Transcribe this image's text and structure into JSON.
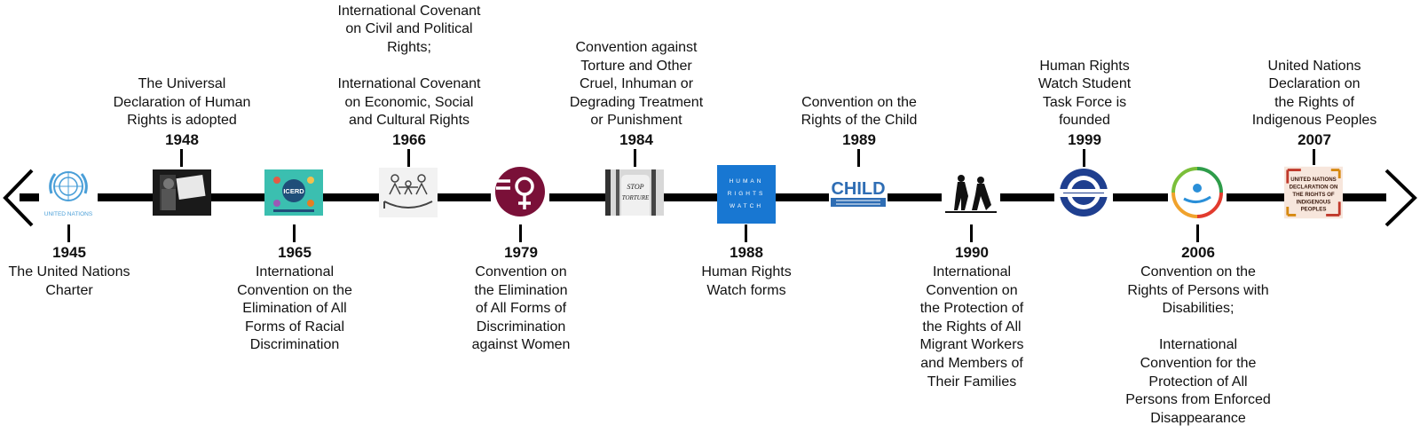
{
  "events": [
    {
      "year": "1945",
      "text": "The United Nations\nCharter",
      "icon": "un-emblem-icon",
      "logo_text": "UNITED NATIONS"
    },
    {
      "year": "1948",
      "text": "The Universal\nDeclaration of Human\nRights is adopted",
      "icon": "photo-woman-reading-icon"
    },
    {
      "year": "1965",
      "text": "International\nConvention on the\nElimination of All\nForms of Racial\nDiscrimination",
      "icon": "icerd-logo-icon",
      "logo_text": "ICERD"
    },
    {
      "year": "1966",
      "text": "International Covenant\non Civil and Political\nRights;\n\nInternational Covenant\non Economic, Social\nand Cultural Rights",
      "icon": "family-in-hand-icon"
    },
    {
      "year": "1979",
      "text": "Convention on\nthe Elimination\nof All Forms of\nDiscrimination\nagainst Women",
      "icon": "female-equality-symbol-icon"
    },
    {
      "year": "1984",
      "text": "Convention against\nTorture and Other\nCruel, Inhuman or\nDegrading Treatment\nor Punishment",
      "icon": "stop-torture-hand-icon",
      "logo_text": "STOP TORTURE"
    },
    {
      "year": "1988",
      "text": "Human Rights\nWatch forms",
      "icon": "hrw-logo-icon",
      "logo_text": "HUMAN RIGHTS WATCH"
    },
    {
      "year": "1989",
      "text": "Convention on the\nRights of the Child",
      "icon": "crc-child-logo-icon",
      "logo_text": "CHILD"
    },
    {
      "year": "1990",
      "text": "International\nConvention on\nthe Protection of\nthe Rights of All\nMigrant Workers\nand Members of\nTheir Families",
      "icon": "migrant-workers-icon"
    },
    {
      "year": "1999",
      "text": "Human Rights\nWatch Student\nTask Force is\nfounded",
      "icon": "hrw-student-task-force-badge-icon"
    },
    {
      "year": "2006",
      "text": "Convention on the\nRights of Persons with\nDisabilities;\n\nInternational\nConvention for the\nProtection of All\nPersons from Enforced\nDisappearance",
      "icon": "disability-convention-logo-icon"
    },
    {
      "year": "2007",
      "text": "United Nations\nDeclaration on\nthe Rights of\nIndigenous Peoples",
      "icon": "undrip-logo-icon",
      "logo_text": "UNITED NATIONS DECLARATION ON THE RIGHTS OF INDIGENOUS PEOPLES"
    }
  ],
  "colors": {
    "line": "#000000",
    "un_blue": "#4a9fd8",
    "icerd_teal": "#3bbfb0",
    "cedaw_maroon": "#7a1038",
    "hrw_blue": "#1877d2",
    "crc_blue": "#2e6db4"
  }
}
